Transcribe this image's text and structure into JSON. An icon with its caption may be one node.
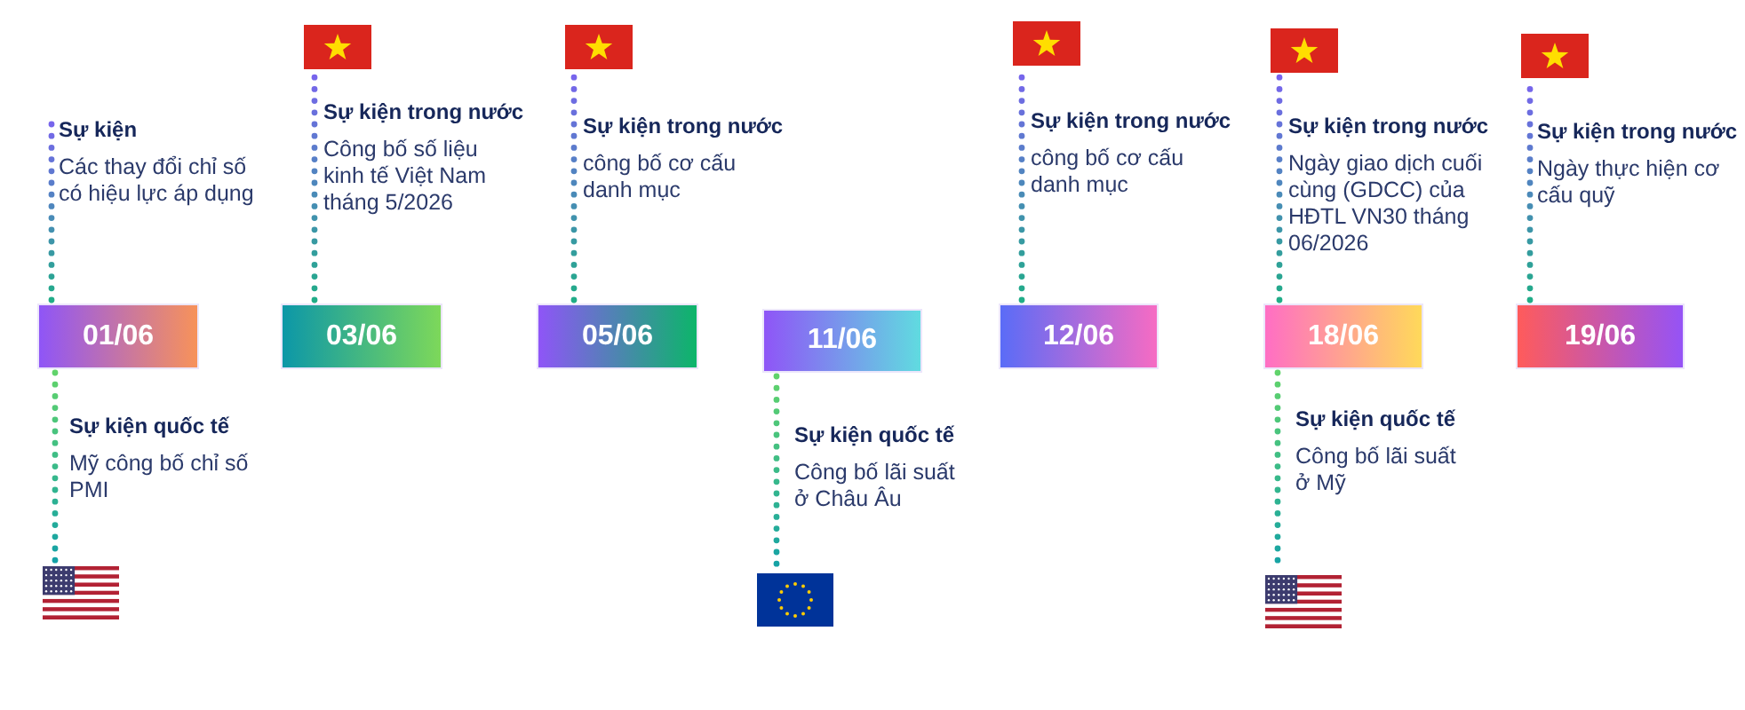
{
  "diagram": {
    "nodes": [
      {
        "text": [],
        "shape": "picture"
      },
      {
        "text": [],
        "shape": "picture"
      },
      {
        "text": [],
        "shape": "picture"
      },
      {
        "text": [],
        "shape": "picture"
      },
      {
        "text": [],
        "shape": "picture"
      },
      {
        "text": [
          "Sự kiện",
          "Các thay đổi chỉ số có hiệu lực áp dụng"
        ]
      },
      {
        "text": [
          "Sự kiện trong nước",
          "Công bố số liệu kinh tế Việt Nam tháng 5/2026"
        ]
      },
      {
        "text": [
          "Sự kiện trong nước",
          "công bố cơ cấu danh mục"
        ]
      },
      {
        "text": [
          "Sự kiện trong nước",
          "công bố cơ cấu danh mục"
        ]
      },
      {
        "text": [
          "Sự kiện trong nước",
          "Ngày giao dịch cuối cùng (GDCC) của HĐTL VN30 tháng 06/2026"
        ]
      },
      {
        "text": [
          "Sự kiện trong nước",
          "Ngày thực hiện cơ cấu quỹ"
        ]
      },
      {
        "text": [
          "01/06"
        ]
      },
      {
        "text": [
          "03/06"
        ]
      },
      {
        "text": [
          "05/06"
        ]
      },
      {
        "text": [
          "11/06"
        ]
      },
      {
        "text": [
          "12/06"
        ]
      },
      {
        "text": [
          "18/06"
        ]
      },
      {
        "text": [
          "19/06"
        ]
      },
      {
        "text": [
          "Sự kiện quốc tế",
          "Mỹ công bố chỉ số PMI"
        ]
      },
      {
        "text": [
          "Sự kiện quốc tế",
          "Công bố lãi suất ở Châu Âu"
        ]
      },
      {
        "text": [
          "Sự kiện quốc tế",
          "Công bố lãi suất ở Mỹ"
        ]
      },
      {
        "text": [],
        "shape": "picture"
      },
      {
        "text": [],
        "shape": "picture"
      },
      {
        "text": [],
        "shape": "picture"
      }
    ],
    "edges": [
      {
        "from": 11,
        "to": 5,
        "arrow": "none"
      },
      {
        "from": 12,
        "to": 0,
        "arrow": "none"
      },
      {
        "from": 13,
        "to": 1,
        "arrow": "none"
      },
      {
        "from": 15,
        "to": 2,
        "arrow": "none"
      },
      {
        "from": 16,
        "to": 3,
        "arrow": "none"
      },
      {
        "from": 17,
        "to": 4,
        "arrow": "none"
      },
      {
        "from": 11,
        "to": 21,
        "arrow": "none"
      },
      {
        "from": 14,
        "to": 22,
        "arrow": "none"
      },
      {
        "from": 16,
        "to": 23,
        "arrow": "none"
      }
    ]
  }
}
